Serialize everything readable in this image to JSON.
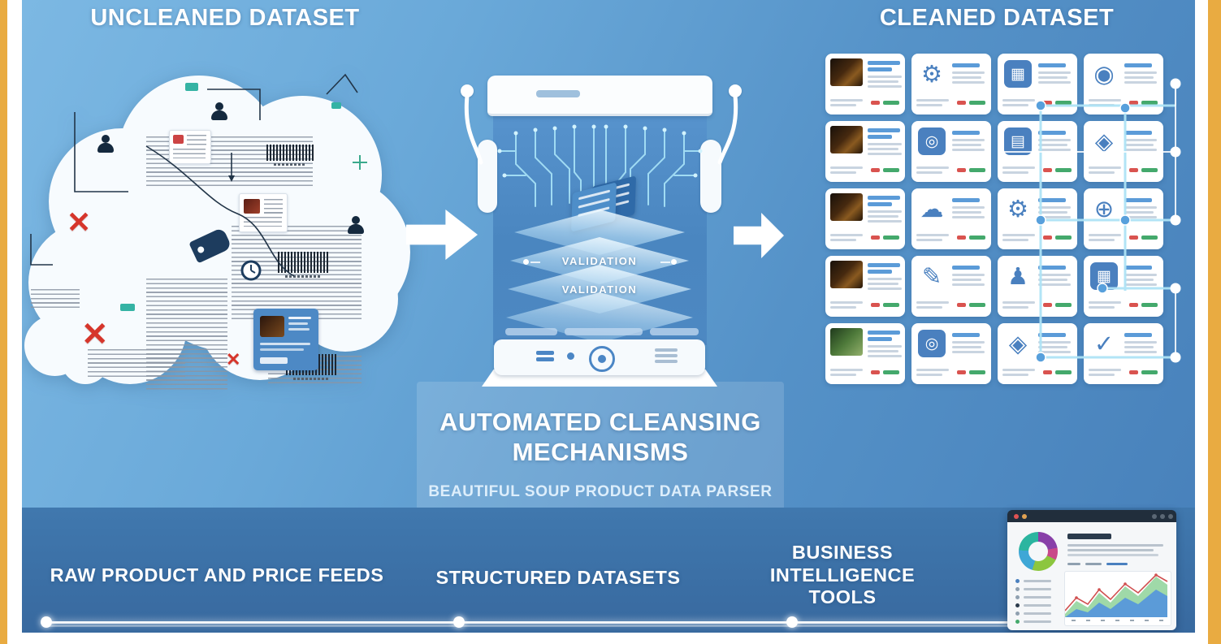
{
  "page": {
    "left_title": "UNCLEANED DATASET",
    "right_title": "CLEANED DATASET"
  },
  "center": {
    "title": "AUTOMATED CLEANSING MECHANISMS",
    "subtitle": "BEAUTIFUL SOUP PRODUCT DATA PARSER"
  },
  "machine": {
    "validation_labels": [
      "VALIDATION",
      "VALIDATION"
    ],
    "control_icons": [
      "equalizer-icon",
      "dot-indicator",
      "power-button-icon",
      "menu-lines-icon"
    ]
  },
  "flow": {
    "arrow_icons": [
      "arrow-right-icon",
      "arrow-right-icon"
    ]
  },
  "uncleaned_cloud": {
    "decor_icons": [
      "red-x-icon",
      "red-x-icon",
      "red-x-icon",
      "barcode",
      "barcode",
      "barcode",
      "person-icon",
      "person-icon",
      "person-icon",
      "price-tag-icon",
      "clock-icon",
      "product-card",
      "id-card",
      "id-card"
    ]
  },
  "cleaned_grid": {
    "rows": 5,
    "cols": 4,
    "cards": [
      {
        "kind": "photo",
        "icon": "product-photo",
        "thumb": "dark"
      },
      {
        "kind": "icon",
        "icon": "gears-icon",
        "glyph": "⚙",
        "solid": false
      },
      {
        "kind": "icon",
        "icon": "panel-icon",
        "glyph": "▦",
        "solid": true
      },
      {
        "kind": "icon",
        "icon": "gear-badge-icon",
        "glyph": "◉",
        "solid": false
      },
      {
        "kind": "photo",
        "icon": "product-photo",
        "thumb": "dark"
      },
      {
        "kind": "icon",
        "icon": "lifebuoy-icon",
        "glyph": "◎",
        "solid": true
      },
      {
        "kind": "icon",
        "icon": "credit-card-icon",
        "glyph": "▤",
        "solid": true
      },
      {
        "kind": "icon",
        "icon": "price-tag-icon",
        "glyph": "◈",
        "solid": false
      },
      {
        "kind": "photo",
        "icon": "product-photo",
        "thumb": "dark"
      },
      {
        "kind": "icon",
        "icon": "cloud-icon",
        "glyph": "☁",
        "solid": false
      },
      {
        "kind": "icon",
        "icon": "tools-icon",
        "glyph": "⚙",
        "solid": false
      },
      {
        "kind": "icon",
        "icon": "search-gear-icon",
        "glyph": "⊕",
        "solid": false
      },
      {
        "kind": "photo",
        "icon": "product-photo",
        "thumb": "dark"
      },
      {
        "kind": "icon",
        "icon": "chat-icon",
        "glyph": "✎",
        "solid": false
      },
      {
        "kind": "icon",
        "icon": "robot-icon",
        "glyph": "♟",
        "solid": false
      },
      {
        "kind": "icon",
        "icon": "keypad-icon",
        "glyph": "▦",
        "solid": true
      },
      {
        "kind": "photo",
        "icon": "product-photo",
        "thumb": "green"
      },
      {
        "kind": "icon",
        "icon": "circuit-icon",
        "glyph": "◎",
        "solid": true
      },
      {
        "kind": "icon",
        "icon": "tag-icon",
        "glyph": "◈",
        "solid": false
      },
      {
        "kind": "icon",
        "icon": "check-gear-icon",
        "glyph": "✓",
        "solid": false
      }
    ]
  },
  "bottom": {
    "items": [
      {
        "label": "RAW PRODUCT AND PRICE FEEDS"
      },
      {
        "label": "STRUCTURED DATASETS"
      },
      {
        "label": "BUSINESS INTELLIGENCE TOOLS"
      }
    ],
    "dashboard_icons": [
      "donut-chart-icon",
      "area-chart-icon",
      "browser-window"
    ]
  },
  "colors": {
    "frame_yellow": "#e9ab41",
    "bg_top": "#7cb8e3",
    "bg_bottom": "#4780ba",
    "band_blue": "#3c72a8",
    "machine_blue": "#4d88c2",
    "trace_cyan": "#a5e0f6",
    "card_icon_blue": "#4a80bf",
    "title_bar_blue": "#5b9bd8",
    "price_red": "#d9534f",
    "price_green": "#44a96c",
    "error_red": "#d6352b"
  }
}
